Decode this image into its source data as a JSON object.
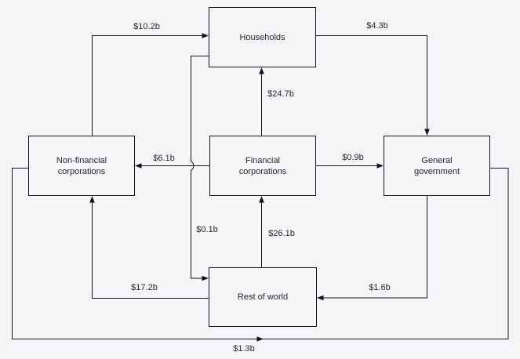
{
  "diagram": {
    "description": "Sector financial flow diagram",
    "colors": {
      "background": "#f5f4f6",
      "line": "#19101f",
      "text": "#2a2630"
    },
    "nodes": [
      {
        "id": "households",
        "label": "Households"
      },
      {
        "id": "non-financial-corporations",
        "label": "Non-financial corporations"
      },
      {
        "id": "financial-corporations",
        "label": "Financial corporations"
      },
      {
        "id": "general-government",
        "label": "General government"
      },
      {
        "id": "rest-of-world",
        "label": "Rest of world"
      }
    ],
    "flows": [
      {
        "from": "Non-financial corporations",
        "to": "Households",
        "amount": "$10.2b"
      },
      {
        "from": "Households",
        "to": "General government",
        "amount": "$4.3b"
      },
      {
        "from": "Financial corporations",
        "to": "Households",
        "amount": "$24.7b"
      },
      {
        "from": "Financial corporations",
        "to": "Non-financial corporations",
        "amount": "$6.1b"
      },
      {
        "from": "Financial corporations",
        "to": "General government",
        "amount": "$0.9b"
      },
      {
        "from": "Households",
        "to": "Rest of world",
        "amount": "$0.1b"
      },
      {
        "from": "Rest of world",
        "to": "Financial corporations",
        "amount": "$26.1b"
      },
      {
        "from": "Rest of world",
        "to": "Non-financial corporations",
        "amount": "$17.2b"
      },
      {
        "from": "General government",
        "to": "Rest of world",
        "amount": "$1.6b"
      },
      {
        "from": "Non-financial corporations",
        "to": "General government",
        "amount": "$1.3b"
      }
    ]
  }
}
